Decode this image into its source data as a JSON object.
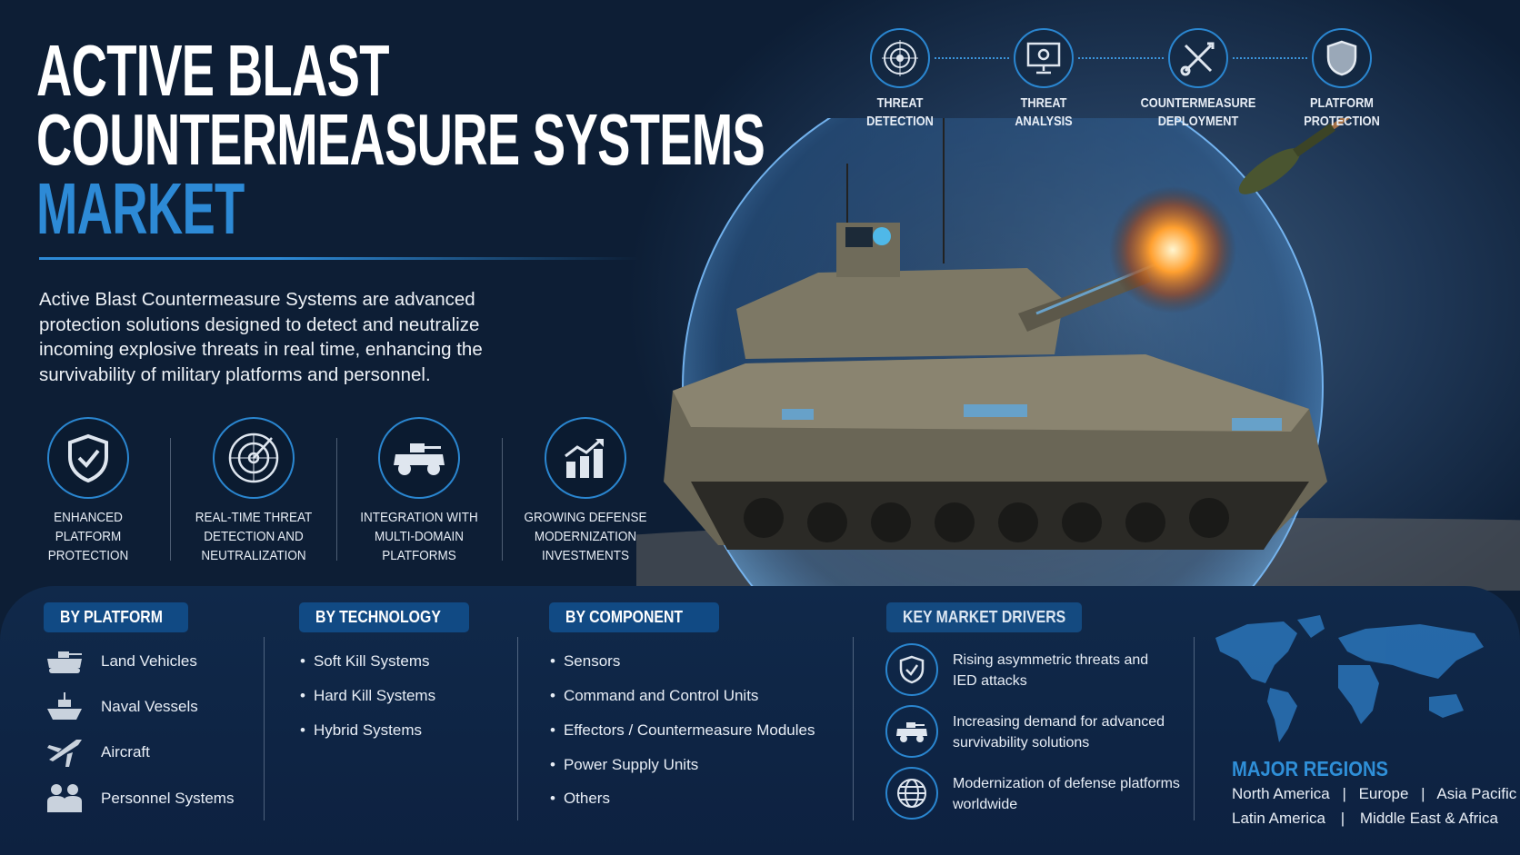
{
  "header": {
    "title_line1": "ACTIVE BLAST",
    "title_line2": "COUNTERMEASURE SYSTEMS",
    "title_line3": "MARKET"
  },
  "description": {
    "lines": [
      "Active Blast Countermeasure Systems are advanced",
      "protection solutions designed to detect and neutralize",
      "incoming explosive threats in real time, enhancing the",
      "survivability of military platforms and personnel."
    ]
  },
  "features": [
    {
      "icon": "shield-check-icon",
      "line1": "Enhanced",
      "line2": "Platform",
      "line3": "Protection"
    },
    {
      "icon": "radar-target-icon",
      "line1": "Real-Time Threat",
      "line2": "Detection and",
      "line3": "Neutralization"
    },
    {
      "icon": "armored-vehicle-icon",
      "line1": "Integration with",
      "line2": "Multi-Domain",
      "line3": "Platforms"
    },
    {
      "icon": "growth-chart-icon",
      "line1": "Growing Defense",
      "line2": "Modernization",
      "line3": "Investments"
    }
  ],
  "process": [
    {
      "icon": "target-icon",
      "line1": "THREAT",
      "line2": "DETECTION"
    },
    {
      "icon": "monitor-icon",
      "line1": "THREAT",
      "line2": "ANALYSIS"
    },
    {
      "icon": "crossed-tools-icon",
      "line1": "COUNTERMEASURE",
      "line2": "DEPLOYMENT"
    },
    {
      "icon": "shield-icon",
      "line1": "PLATFORM",
      "line2": "PROTECTION"
    }
  ],
  "by_platform": {
    "label": "BY PLATFORM",
    "items": [
      {
        "icon": "tank-icon",
        "label": "Land Vehicles"
      },
      {
        "icon": "ship-icon",
        "label": "Naval Vessels"
      },
      {
        "icon": "aircraft-icon",
        "label": "Aircraft"
      },
      {
        "icon": "people-icon",
        "label": "Personnel Systems"
      }
    ]
  },
  "by_technology": {
    "label": "BY TECHNOLOGY",
    "items": [
      "Soft Kill Systems",
      "Hard Kill Systems",
      "Hybrid Systems"
    ]
  },
  "by_component": {
    "label": "BY COMPONENT",
    "items": [
      "Sensors",
      "Command and Control Units",
      "Effectors / Countermeasure Modules",
      "Power Supply Units",
      "Others"
    ]
  },
  "drivers": {
    "label": "KEY MARKET DRIVERS",
    "items": [
      {
        "icon": "shield-check-icon",
        "line1": "Rising asymmetric threats and",
        "line2": "IED attacks"
      },
      {
        "icon": "armored-vehicle-icon",
        "line1": "Increasing demand for advanced",
        "line2": "survivability solutions"
      },
      {
        "icon": "globe-icon",
        "line1": "Modernization of defense platforms",
        "line2": "worldwide"
      }
    ]
  },
  "regions": {
    "title": "MAJOR REGIONS",
    "row1": [
      "North America",
      "Europe",
      "Asia Pacific"
    ],
    "row2": [
      "Latin America",
      "Middle East & Africa"
    ],
    "separator": "|"
  },
  "colors": {
    "accent": "#2d8ad6",
    "panel": "#10294a",
    "background": "#0b1a2e"
  }
}
